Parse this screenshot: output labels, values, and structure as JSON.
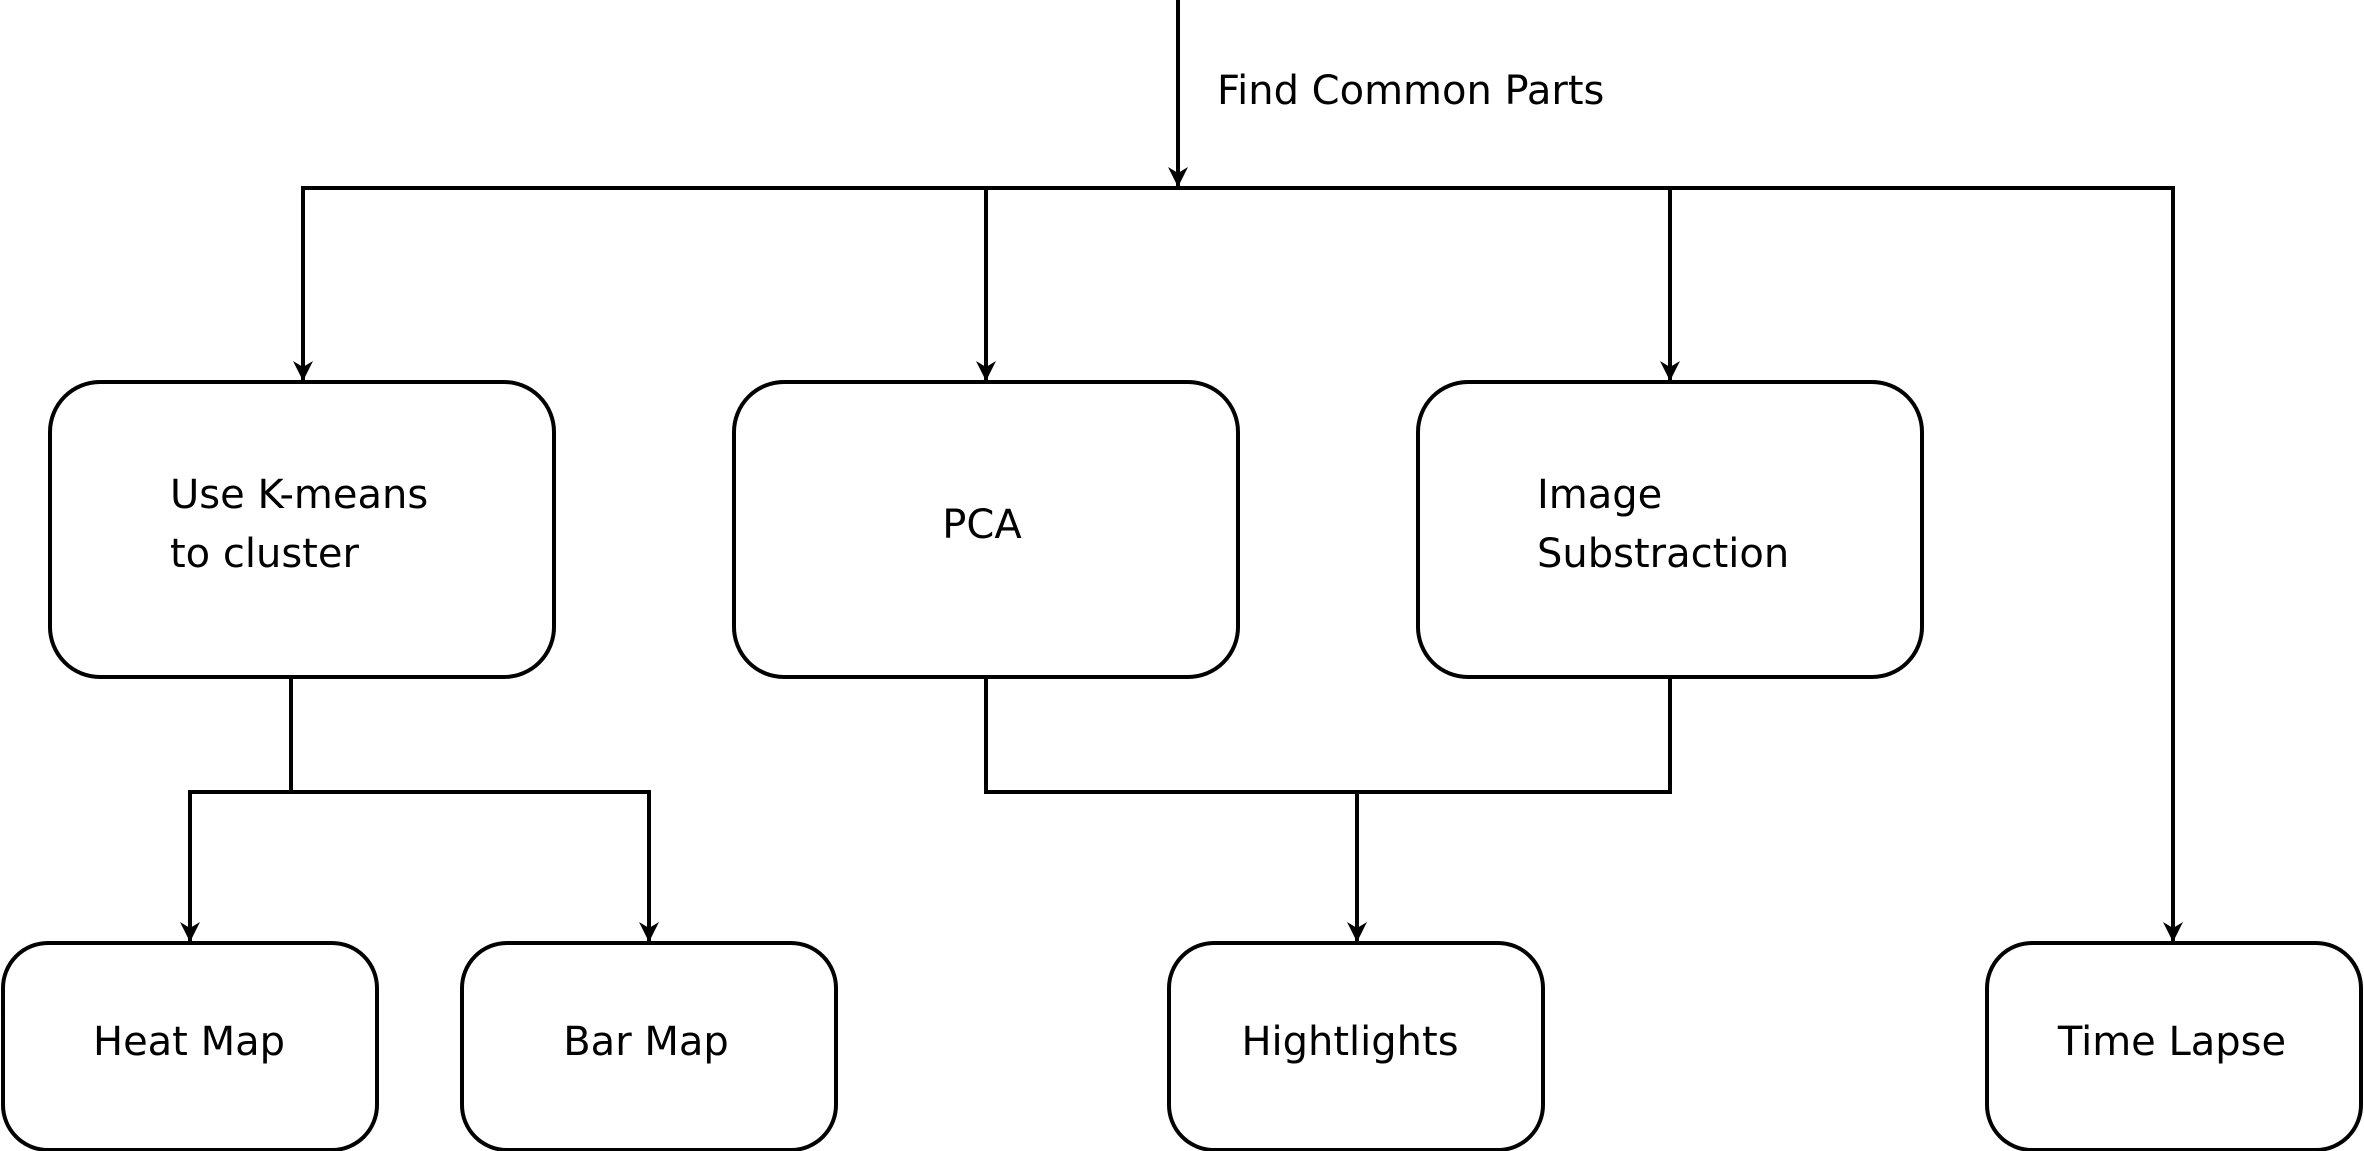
{
  "diagram": {
    "edge_label": "Find Common Parts",
    "nodes": {
      "kmeans": {
        "line1": "Use K-means",
        "line2": "to cluster"
      },
      "pca": {
        "label": "PCA"
      },
      "image_sub": {
        "line1": "Image",
        "line2": "Substraction"
      },
      "heat_map": {
        "label": "Heat Map"
      },
      "bar_map": {
        "label": "Bar Map"
      },
      "highlights": {
        "label": "Hightlights"
      },
      "time_lapse": {
        "label": "Time Lapse"
      }
    },
    "edges": [
      {
        "from": "input",
        "to": "split"
      },
      {
        "from": "split",
        "to": "kmeans"
      },
      {
        "from": "split",
        "to": "pca"
      },
      {
        "from": "split",
        "to": "image_sub"
      },
      {
        "from": "split",
        "to": "time_lapse"
      },
      {
        "from": "kmeans",
        "to": "heat_map"
      },
      {
        "from": "kmeans",
        "to": "bar_map"
      },
      {
        "from": "pca",
        "to": "highlights"
      },
      {
        "from": "image_sub",
        "to": "highlights"
      }
    ]
  }
}
